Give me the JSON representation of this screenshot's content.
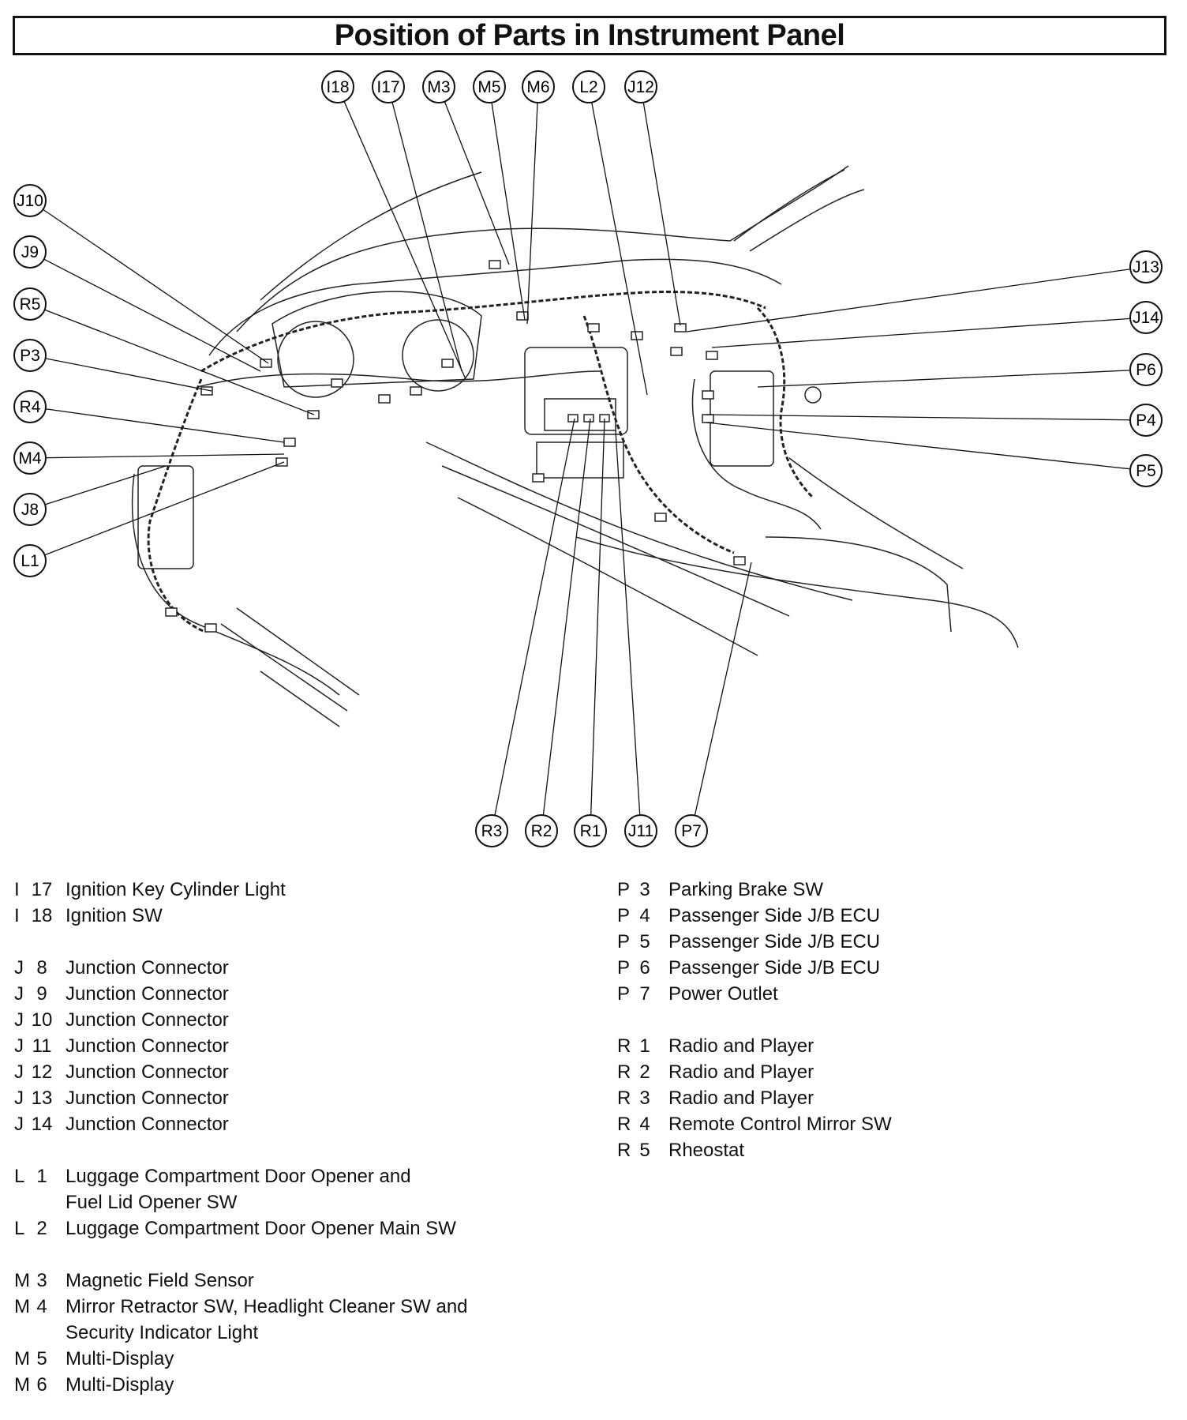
{
  "title": "Position of Parts in Instrument Panel",
  "callouts_top": [
    "I18",
    "I17",
    "M3",
    "M5",
    "M6",
    "L2",
    "J12"
  ],
  "callouts_left": [
    "J10",
    "J9",
    "R5",
    "P3",
    "R4",
    "M4",
    "J8",
    "L1"
  ],
  "callouts_right": [
    "J13",
    "J14",
    "P6",
    "P4",
    "P5"
  ],
  "callouts_bottom": [
    "R3",
    "R2",
    "R1",
    "J11",
    "P7"
  ],
  "legend_left": [
    {
      "prefix": "I",
      "num": "17",
      "name": "Ignition Key Cylinder Light"
    },
    {
      "prefix": "I",
      "num": "18",
      "name": "Ignition SW"
    },
    {
      "gap": true
    },
    {
      "prefix": "J",
      "num": "8",
      "name": "Junction Connector"
    },
    {
      "prefix": "J",
      "num": "9",
      "name": "Junction Connector"
    },
    {
      "prefix": "J",
      "num": "10",
      "name": "Junction Connector"
    },
    {
      "prefix": "J",
      "num": "11",
      "name": "Junction Connector"
    },
    {
      "prefix": "J",
      "num": "12",
      "name": "Junction Connector"
    },
    {
      "prefix": "J",
      "num": "13",
      "name": "Junction Connector"
    },
    {
      "prefix": "J",
      "num": "14",
      "name": "Junction Connector"
    },
    {
      "gap": true
    },
    {
      "prefix": "L",
      "num": "1",
      "name": "Luggage Compartment Door Opener and"
    },
    {
      "prefix": "",
      "num": "",
      "name": "Fuel Lid Opener SW"
    },
    {
      "prefix": "L",
      "num": "2",
      "name": "Luggage Compartment Door Opener Main SW"
    },
    {
      "gap": true
    },
    {
      "prefix": "M",
      "num": "3",
      "name": "Magnetic Field Sensor"
    },
    {
      "prefix": "M",
      "num": "4",
      "name": "Mirror Retractor SW, Headlight Cleaner SW and"
    },
    {
      "prefix": "",
      "num": "",
      "name": "Security Indicator Light"
    },
    {
      "prefix": "M",
      "num": "5",
      "name": "Multi-Display"
    },
    {
      "prefix": "M",
      "num": "6",
      "name": "Multi-Display"
    }
  ],
  "legend_right": [
    {
      "prefix": "P",
      "num": "3",
      "name": "Parking Brake SW"
    },
    {
      "prefix": "P",
      "num": "4",
      "name": "Passenger Side J/B ECU"
    },
    {
      "prefix": "P",
      "num": "5",
      "name": "Passenger Side J/B ECU"
    },
    {
      "prefix": "P",
      "num": "6",
      "name": "Passenger Side J/B ECU"
    },
    {
      "prefix": "P",
      "num": "7",
      "name": "Power Outlet"
    },
    {
      "gap": true
    },
    {
      "prefix": "R",
      "num": "1",
      "name": "Radio and Player"
    },
    {
      "prefix": "R",
      "num": "2",
      "name": "Radio and Player"
    },
    {
      "prefix": "R",
      "num": "3",
      "name": "Radio and Player"
    },
    {
      "prefix": "R",
      "num": "4",
      "name": "Remote Control Mirror SW"
    },
    {
      "prefix": "R",
      "num": "5",
      "name": "Rheostat"
    }
  ]
}
